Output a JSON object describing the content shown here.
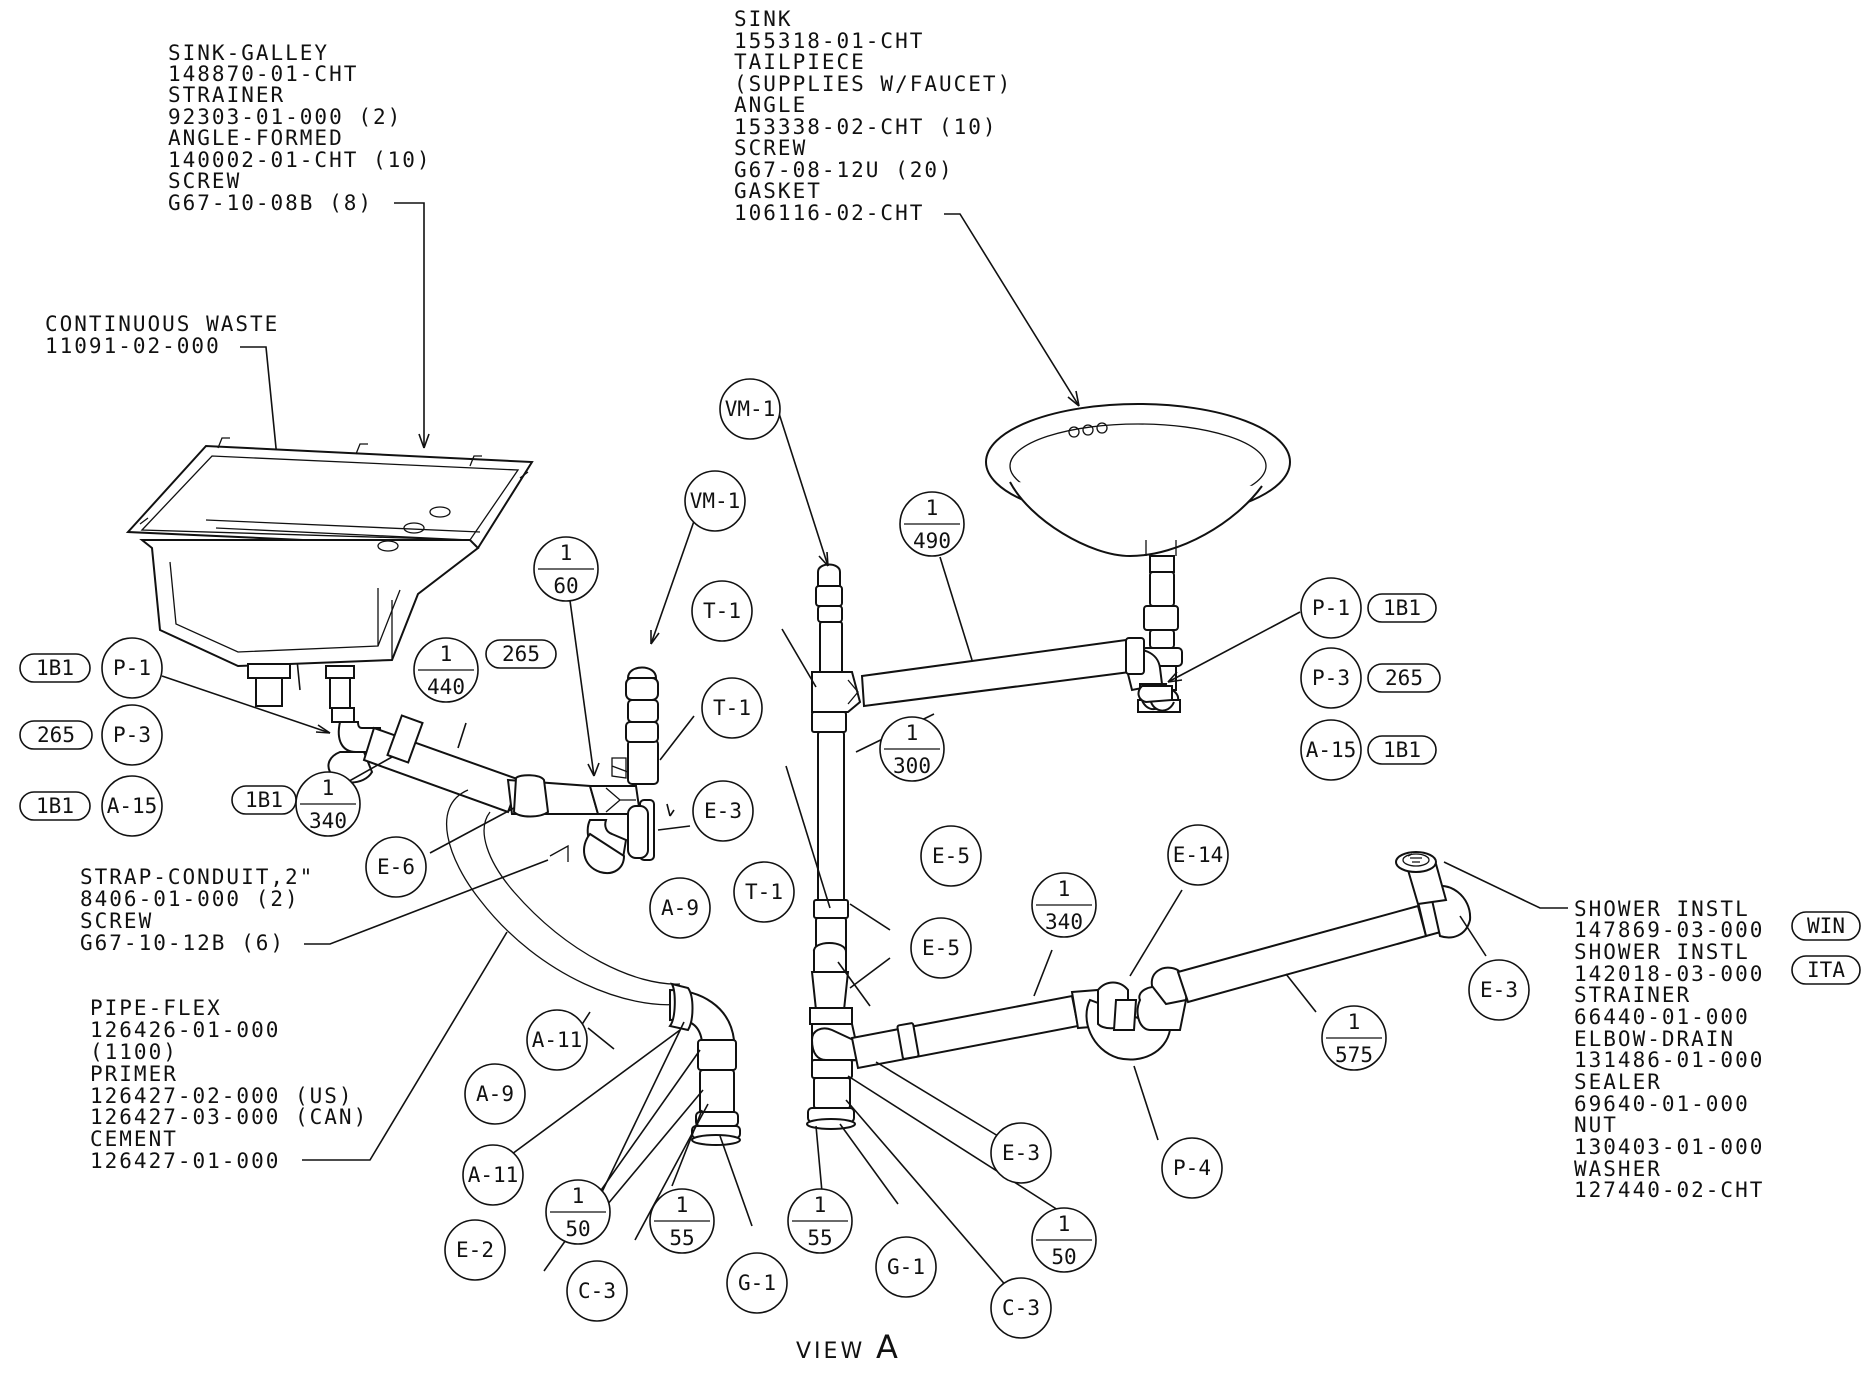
{
  "notes": [
    {
      "id": "sink-galley",
      "lines": [
        "SINK-GALLEY",
        "148870-01-CHT",
        "STRAINER",
        "92303-01-000 (2)",
        "ANGLE-FORMED",
        "140002-01-CHT (10)",
        "SCREW",
        "G67-10-08B (8)"
      ]
    },
    {
      "id": "sink-lav",
      "lines": [
        "SINK",
        "155318-01-CHT",
        "TAILPIECE",
        "(SUPPLIES W/FAUCET)",
        "ANGLE",
        "153338-02-CHT (10)",
        "SCREW",
        "G67-08-12U (20)",
        "GASKET",
        "106116-02-CHT"
      ]
    },
    {
      "id": "continuous-waste",
      "lines": [
        "CONTINUOUS WASTE",
        "11091-02-000"
      ]
    },
    {
      "id": "strap-conduit",
      "lines": [
        "STRAP-CONDUIT,2\"",
        "8406-01-000 (2)",
        "SCREW",
        "G67-10-12B (6)"
      ]
    },
    {
      "id": "pipe-flex",
      "lines": [
        "PIPE-FLEX",
        "126426-01-000",
        "(1100)",
        "PRIMER",
        "126427-02-000 (US)",
        "126427-03-000 (CAN)",
        "CEMENT",
        "126427-01-000"
      ]
    },
    {
      "id": "shower-instl",
      "lines": [
        "SHOWER INSTL",
        "147869-03-000",
        "SHOWER INSTL",
        "142018-03-000",
        "STRAINER",
        "66440-01-000",
        "ELBOW-DRAIN",
        "131486-01-000",
        "SEALER",
        "69640-01-000",
        "NUT",
        "130403-01-000",
        "WASHER",
        "127440-02-CHT"
      ]
    }
  ],
  "shower_tags": [
    "WIN",
    "ITA"
  ],
  "balloons": [
    {
      "id": "vm1-a",
      "text": "VM-1"
    },
    {
      "id": "vm1-b",
      "text": "VM-1"
    },
    {
      "id": "t1-a",
      "text": "T-1"
    },
    {
      "id": "t1-b",
      "text": "T-1"
    },
    {
      "id": "t1-c",
      "text": "T-1"
    },
    {
      "id": "p1-left",
      "text": "P-1"
    },
    {
      "id": "p3-left",
      "text": "P-3"
    },
    {
      "id": "a15-left",
      "text": "A-15"
    },
    {
      "id": "p1-right",
      "text": "P-1"
    },
    {
      "id": "p3-right",
      "text": "P-3"
    },
    {
      "id": "a15-right",
      "text": "A-15"
    },
    {
      "id": "e3-a",
      "text": "E-3"
    },
    {
      "id": "e6",
      "text": "E-6"
    },
    {
      "id": "e5-a",
      "text": "E-5"
    },
    {
      "id": "e5-b",
      "text": "E-5"
    },
    {
      "id": "e14",
      "text": "E-14"
    },
    {
      "id": "e3-b",
      "text": "E-3"
    },
    {
      "id": "e3-c",
      "text": "E-3"
    },
    {
      "id": "a9-a",
      "text": "A-9"
    },
    {
      "id": "a9-b",
      "text": "A-9"
    },
    {
      "id": "a11-a",
      "text": "A-11"
    },
    {
      "id": "a11-b",
      "text": "A-11"
    },
    {
      "id": "e2",
      "text": "E-2"
    },
    {
      "id": "c3-a",
      "text": "C-3"
    },
    {
      "id": "c3-b",
      "text": "C-3"
    },
    {
      "id": "g1-a",
      "text": "G-1"
    },
    {
      "id": "g1-b",
      "text": "G-1"
    },
    {
      "id": "p4",
      "text": "P-4"
    }
  ],
  "fractions": [
    {
      "id": "f-60",
      "top": "1",
      "bottom": "60"
    },
    {
      "id": "f-440",
      "top": "1",
      "bottom": "440"
    },
    {
      "id": "f-340-left",
      "top": "1",
      "bottom": "340"
    },
    {
      "id": "f-490",
      "top": "1",
      "bottom": "490"
    },
    {
      "id": "f-300",
      "top": "1",
      "bottom": "300"
    },
    {
      "id": "f-340-right",
      "top": "1",
      "bottom": "340"
    },
    {
      "id": "f-575",
      "top": "1",
      "bottom": "575"
    },
    {
      "id": "f-50-left",
      "top": "1",
      "bottom": "50"
    },
    {
      "id": "f-55-left",
      "top": "1",
      "bottom": "55"
    },
    {
      "id": "f-55-mid",
      "top": "1",
      "bottom": "55"
    },
    {
      "id": "f-50-right",
      "top": "1",
      "bottom": "50"
    }
  ],
  "tags": [
    {
      "id": "tag-265-a",
      "text": "265"
    },
    {
      "id": "tag-1b1-a",
      "text": "1B1"
    },
    {
      "id": "tag-265-b",
      "text": "265"
    },
    {
      "id": "tag-1b1-b",
      "text": "1B1"
    },
    {
      "id": "tag-1b1-c",
      "text": "1B1"
    },
    {
      "id": "tag-1b1-d",
      "text": "1B1"
    },
    {
      "id": "tag-265-c",
      "text": "265"
    },
    {
      "id": "tag-1b1-e",
      "text": "1B1"
    }
  ],
  "view_label": {
    "word": "VIEW",
    "letter": "A"
  }
}
